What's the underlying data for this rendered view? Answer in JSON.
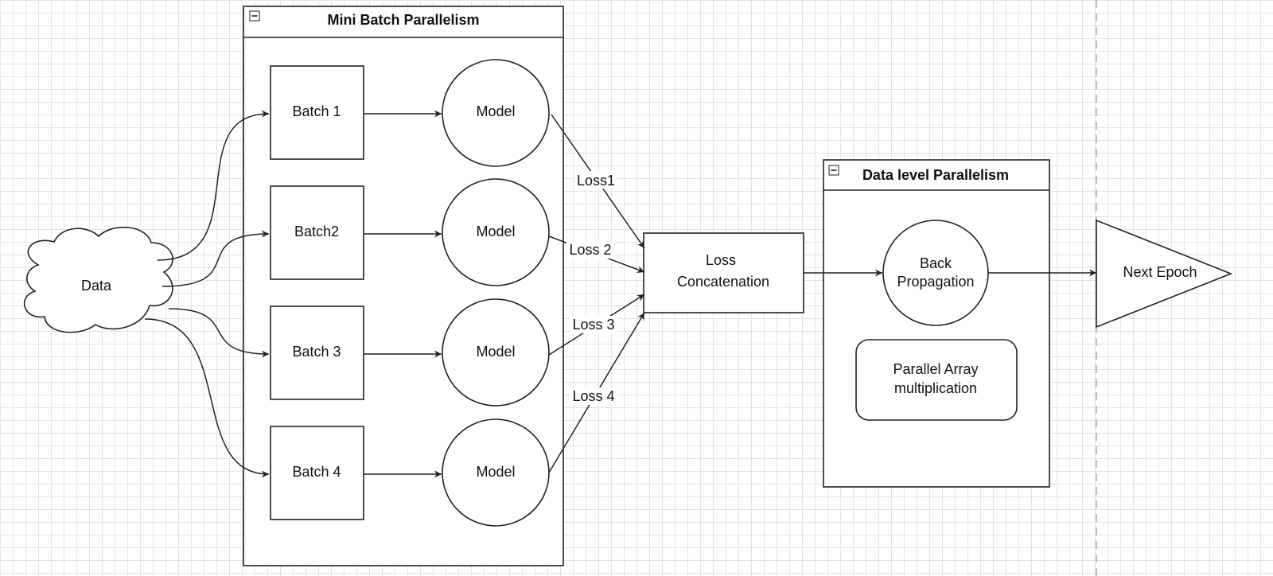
{
  "containers": {
    "mini_batch": {
      "title": "Mini Batch Parallelism",
      "collapse_symbol": "−"
    },
    "data_level": {
      "title": "Data level Parallelism",
      "collapse_symbol": "−"
    }
  },
  "nodes": {
    "data": "Data",
    "batch1": "Batch 1",
    "batch2": "Batch2",
    "batch3": "Batch 3",
    "batch4": "Batch 4",
    "model1": "Model",
    "model2": "Model",
    "model3": "Model",
    "model4": "Model",
    "loss_concat": [
      "Loss",
      "Concatenation"
    ],
    "back_prop": [
      "Back",
      "Propagation"
    ],
    "parallel_array": [
      "Parallel Array",
      "multiplication"
    ],
    "next_epoch": "Next Epoch"
  },
  "edge_labels": {
    "loss1": "Loss1",
    "loss2": "Loss 2",
    "loss3": "Loss 3",
    "loss4": "Loss 4"
  }
}
